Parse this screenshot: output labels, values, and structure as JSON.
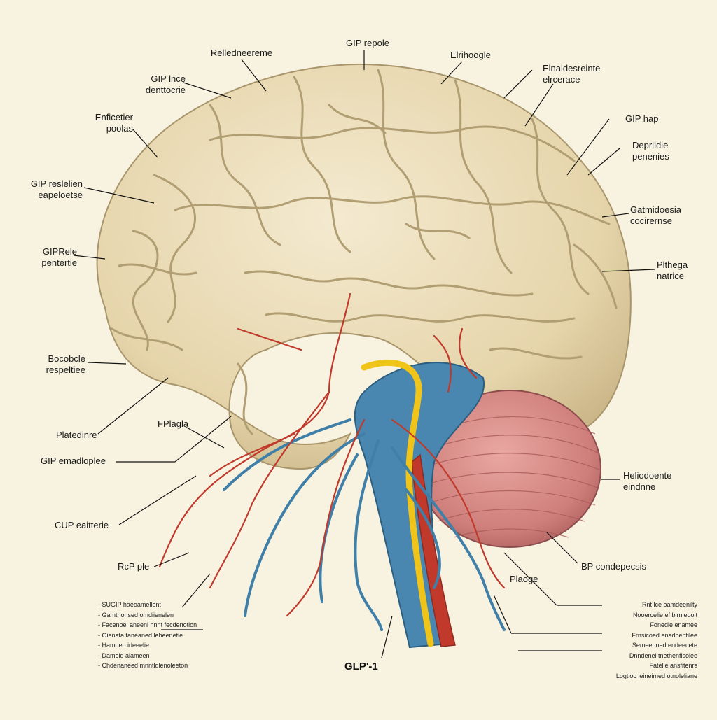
{
  "labels": {
    "top_center_1": "Relledneereme",
    "top_center_2": "GIP repole",
    "top_right_1": "Elrihoogle",
    "left_1": "GIP lnce\ndenttocrie",
    "left_2": "Enficetier\npoolas",
    "left_3": "GIP reslelien\neapeloetse",
    "left_4": "GIPRele\npentertie",
    "left_5": "Bocobcle\nrespeltiee",
    "left_6": "Platedinre",
    "left_7": "GIP emadloplee",
    "left_8": "CUP eaitterie",
    "left_9": "RcP ple",
    "mid_left": "FPlagla",
    "right_1": "Elnaldesreinte\nelrcerace",
    "right_2": "GIP hap",
    "right_3": "Deprlidie\npenenies",
    "right_4": "Gatmidoesia\ncocirernse",
    "right_5": "Plthega\nnatrice",
    "right_6": "Heliodoente\neindnne",
    "right_7": "BP condepecsis",
    "right_8": "Plaoge",
    "bottom_title": "GLP'-1"
  },
  "left_legend": [
    "SUGIP haeoamellent",
    "Gamtnonsed omdiienelen",
    "Facenoel aneeni hnnt fecdenotion",
    "Oienata taneaned leheenetie",
    "Hamdeo ideeelie",
    "Dameid aiameen",
    "Chdenaneed mnntldlenoleeton"
  ],
  "right_legend": [
    "Rnt lce oamdeenilty",
    "Nooercelie ef blrnieoolt",
    "Fonedie enamee",
    "Frnsicoed enadbentilee",
    "Semeenned endeecete",
    "Dnndenel tnethenfisoiee",
    "Fatelie ansfitenrs",
    "Logtioc leineimed otnoleliane"
  ],
  "colors": {
    "background": "#f8f3e1",
    "brain": "#e9dbb6",
    "brain_shadow": "#cbb88e",
    "vein": "#3f7fa8",
    "artery": "#c0392b",
    "nerve": "#f0c419",
    "cerebellum": "#d07a78"
  }
}
